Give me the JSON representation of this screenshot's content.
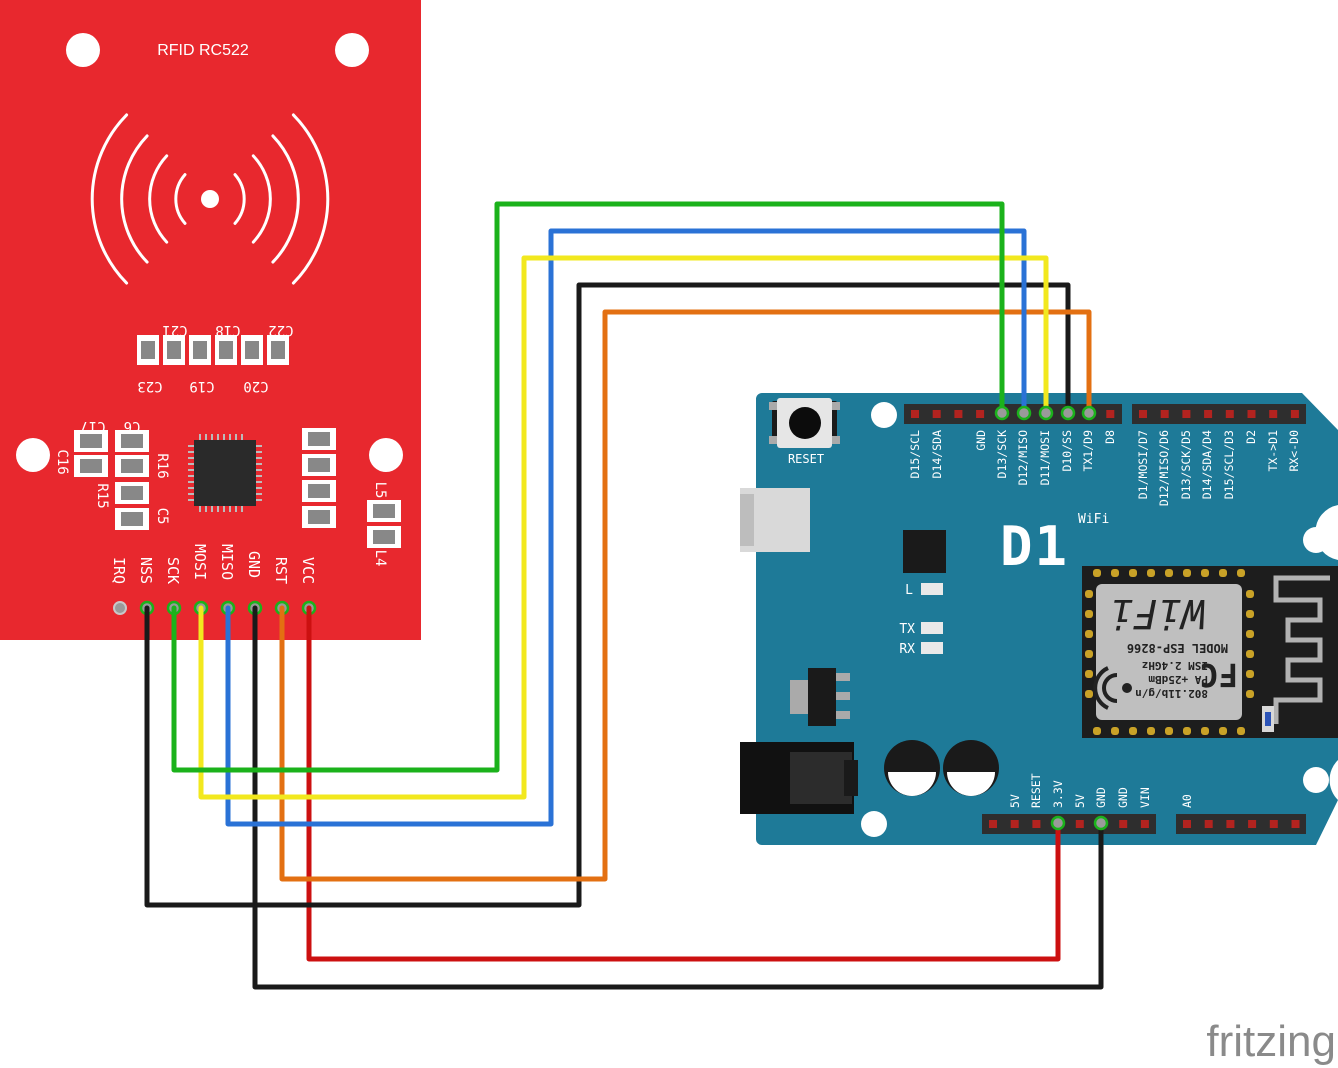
{
  "rfid": {
    "title": "RFID RC522",
    "caps": [
      "C21",
      "C18",
      "C22",
      "C23",
      "C19",
      "C20"
    ],
    "parts": [
      "C17",
      "C6",
      "C16",
      "R16",
      "R15",
      "C5",
      "L5",
      "L4"
    ],
    "pins": [
      "IRQ",
      "NSS",
      "SCK",
      "MOSI",
      "MISO",
      "GND",
      "RST",
      "VCC"
    ]
  },
  "d1": {
    "reset_label": "RESET",
    "logo": "D1",
    "wifi_label": "WiFi",
    "led_l": "L",
    "led_tx": "TX",
    "led_rx": "RX",
    "top_pins": [
      "D15/SCL",
      "D14/SDA",
      "GND",
      "D13/SCK",
      "D12/MISO",
      "D11/MOSI",
      "D10/SS",
      "TX1/D9",
      "D8",
      "D1/MOSI/D7",
      "D12/MISO/D6",
      "D13/SCK/D5",
      "D14/SDA/D4",
      "D15/SCL/D3",
      "D2",
      "TX->D1",
      "RX<-D0"
    ],
    "bottom_pins": [
      "5V",
      "RESET",
      "3.3V",
      "5V",
      "GND",
      "GND",
      "VIN",
      "A0"
    ],
    "module": {
      "fcc": "FC",
      "line1": "802.11b/g/n",
      "line2": "PA +25dBm",
      "line3": "ISM 2.4GHz",
      "model": "MODEL  ESP-8266",
      "wifi": "WiFi"
    }
  },
  "wires": [
    {
      "from": "SCK",
      "to": "D13/SCK",
      "color": "#1bb21b"
    },
    {
      "from": "MISO",
      "to": "D12/MISO",
      "color": "#2a72d6"
    },
    {
      "from": "MOSI",
      "to": "D11/MOSI",
      "color": "#f2e81e"
    },
    {
      "from": "NSS",
      "to": "D10/SS",
      "color": "#1a1a1a"
    },
    {
      "from": "RST",
      "to": "TX1/D9",
      "color": "#e37012"
    },
    {
      "from": "VCC",
      "to": "3.3V",
      "color": "#cc1010"
    },
    {
      "from": "GND",
      "to": "GND",
      "color": "#1a1a1a"
    }
  ],
  "colors": {
    "rfid_board": "#e8282e",
    "d1_board": "#1e7a98",
    "header": "#2e2e2e"
  },
  "watermark": "fritzing"
}
